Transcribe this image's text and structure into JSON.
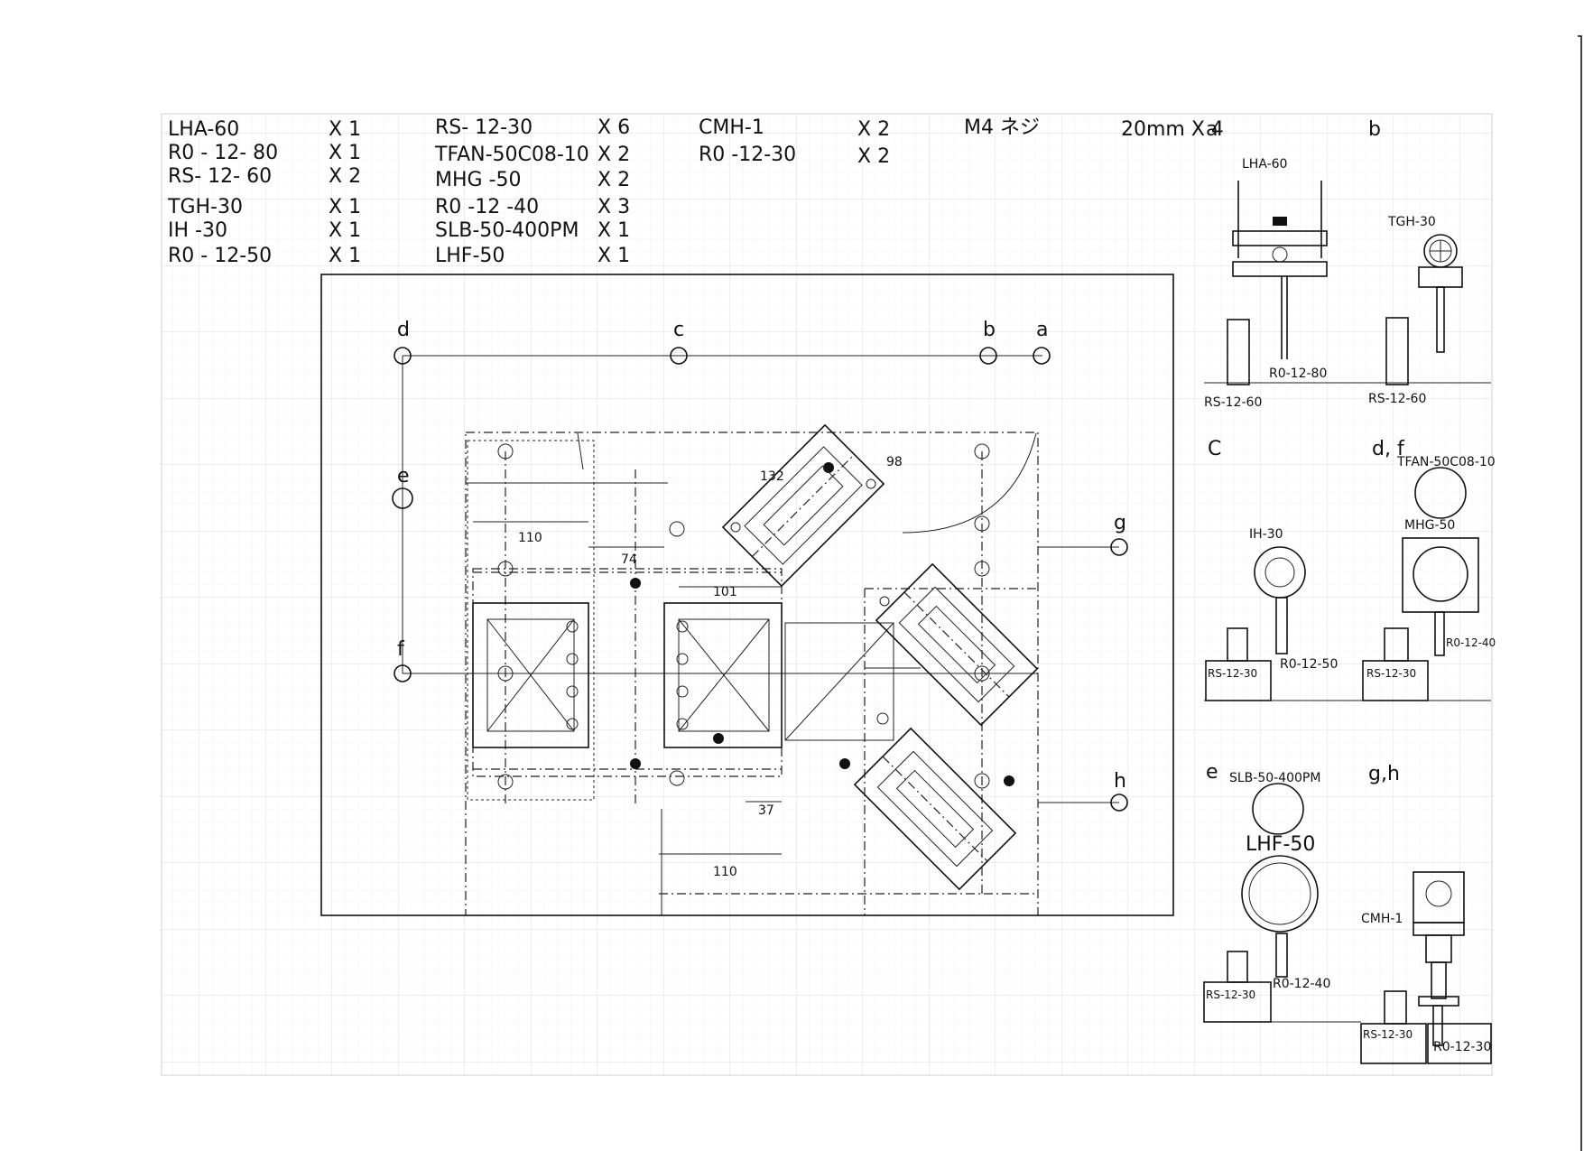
{
  "parts_list": [
    {
      "name": "LHA-60",
      "qty": "X 1"
    },
    {
      "name": "R0 - 12- 80",
      "qty": "X 1"
    },
    {
      "name": "RS- 12- 60",
      "qty": "X 2"
    },
    {
      "name": "TGH-30",
      "qty": "X 1"
    },
    {
      "name": "IH -30",
      "qty": "X 1"
    },
    {
      "name": "R0 - 12-50",
      "qty": "X 1"
    },
    {
      "name": "RS- 12-30",
      "qty": "X 6"
    },
    {
      "name": "TFAN-50C08-10",
      "qty": "X 2"
    },
    {
      "name": "MHG -50",
      "qty": "X 2"
    },
    {
      "name": "R0 -12 -40",
      "qty": "X 3"
    },
    {
      "name": "SLB-50-400PM",
      "qty": "X 1"
    },
    {
      "name": "LHF-50",
      "qty": "X 1"
    },
    {
      "name": "CMH-1",
      "qty": "X 2"
    },
    {
      "name": "R0 -12-30",
      "qty": "X 2"
    },
    {
      "name": "M4 ネジ",
      "qty": "20mm X 4"
    }
  ],
  "layout_points": {
    "a": "a",
    "b": "b",
    "c": "c",
    "d": "d",
    "e": "e",
    "f": "f",
    "g": "g",
    "h": "h"
  },
  "dimensions": [
    "110",
    "74",
    "101",
    "132",
    "98",
    "110",
    "37"
  ],
  "details": {
    "a": {
      "key": "a",
      "parts": [
        "LHA-60",
        "R0-12-80",
        "RS-12-60"
      ]
    },
    "b": {
      "key": "b",
      "parts": [
        "TGH-30",
        "RS-12-60"
      ]
    },
    "c": {
      "key": "C",
      "parts": [
        "IH-30",
        "R0-12-50",
        "RS-12-30"
      ]
    },
    "df": {
      "key": "d, f",
      "parts": [
        "TFAN-50C08-10",
        "MHG-50",
        "R0-12-40",
        "RS-12-30"
      ]
    },
    "e": {
      "key": "e",
      "parts": [
        "SLB-50-400PM",
        "LHF-50",
        "R0-12-40",
        "RS-12-30"
      ]
    },
    "gh": {
      "key": "g,h",
      "parts": [
        "CMH-1",
        "RS-12-30",
        "R0-12-30"
      ]
    }
  }
}
